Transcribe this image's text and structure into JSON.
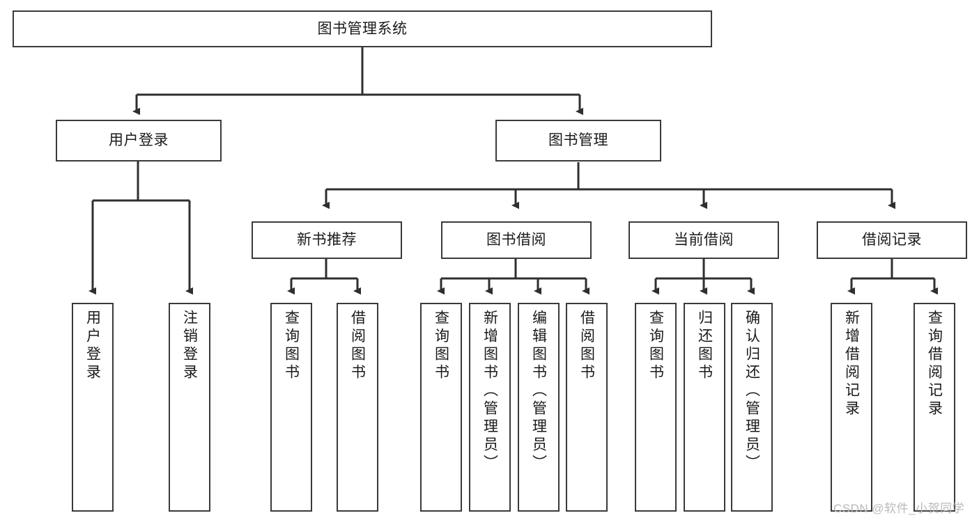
{
  "diagram": {
    "title": "图书管理系统",
    "watermark": "CSDN @软件_小贺同学",
    "colors": {
      "node_border": "#3a3a3a",
      "node_fill": "#ffffff",
      "connector": "#2f2f2f",
      "text": "#1a1a1a",
      "watermark": "#b9b9b9",
      "background": "#ffffff"
    }
  },
  "nodes": {
    "root": {
      "label": "图书管理系统"
    },
    "level2": [
      {
        "id": "user-login",
        "label": "用户登录"
      },
      {
        "id": "book-management",
        "label": "图书管理"
      }
    ],
    "level3": [
      {
        "id": "new-book-recommend",
        "label": "新书推荐"
      },
      {
        "id": "book-borrow",
        "label": "图书借阅"
      },
      {
        "id": "current-borrow",
        "label": "当前借阅"
      },
      {
        "id": "borrow-record",
        "label": "借阅记录"
      }
    ],
    "leaves": [
      {
        "id": "leaf-user-login",
        "label": "用户登录",
        "parent": "user-login"
      },
      {
        "id": "leaf-logout-login",
        "label": "注销登录",
        "parent": "user-login"
      },
      {
        "id": "leaf-query-book-1",
        "label": "查询图书",
        "parent": "new-book-recommend"
      },
      {
        "id": "leaf-borrow-book-1",
        "label": "借阅图书",
        "parent": "new-book-recommend"
      },
      {
        "id": "leaf-query-book-2",
        "label": "查询图书",
        "parent": "book-borrow"
      },
      {
        "id": "leaf-add-book-admin",
        "label": "新增图书（管理员）",
        "parent": "book-borrow"
      },
      {
        "id": "leaf-edit-book-admin",
        "label": "编辑图书（管理员）",
        "parent": "book-borrow"
      },
      {
        "id": "leaf-borrow-book-2",
        "label": "借阅图书",
        "parent": "book-borrow"
      },
      {
        "id": "leaf-query-book-3",
        "label": "查询图书",
        "parent": "current-borrow"
      },
      {
        "id": "leaf-return-book",
        "label": "归还图书",
        "parent": "current-borrow"
      },
      {
        "id": "leaf-confirm-return-admin",
        "label": "确认归还（管理员）",
        "parent": "current-borrow"
      },
      {
        "id": "leaf-add-borrow-record",
        "label": "新增借阅记录",
        "parent": "borrow-record"
      },
      {
        "id": "leaf-query-borrow-record",
        "label": "查询借阅记录",
        "parent": "borrow-record"
      }
    ]
  }
}
